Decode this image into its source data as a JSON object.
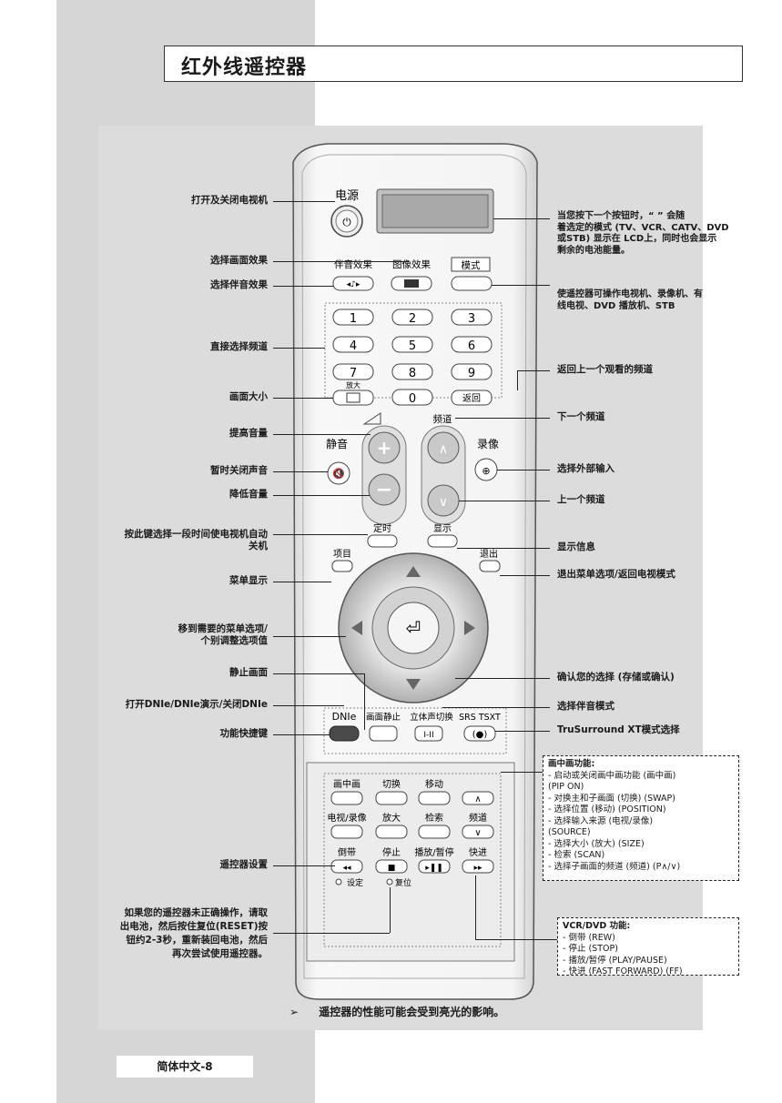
{
  "title": "红外线遥控器",
  "left_labels": [
    {
      "id": "power",
      "text": "打开及关闭电视机"
    },
    {
      "id": "picture-effect",
      "text": "选择画面效果"
    },
    {
      "id": "sound-effect",
      "text": "选择伴音效果"
    },
    {
      "id": "direct-channel",
      "text": "直接选择频道"
    },
    {
      "id": "picture-size",
      "text": "画面大小"
    },
    {
      "id": "volume-up",
      "text": "提高音量"
    },
    {
      "id": "mute",
      "text": "暂时关闭声音"
    },
    {
      "id": "volume-down",
      "text": "降低音量"
    },
    {
      "id": "sleep-timer-1",
      "text": "按此键选择一段时间使电视机自动"
    },
    {
      "id": "sleep-timer-2",
      "text": "关机"
    },
    {
      "id": "menu",
      "text": "菜单显示"
    },
    {
      "id": "navigate-1",
      "text": "移到需要的菜单选项/"
    },
    {
      "id": "navigate-2",
      "text": "个别调整选项值"
    },
    {
      "id": "still",
      "text": "静止画面"
    },
    {
      "id": "dnie",
      "text": "打开DNIe/DNIe演示/关闭DNIe"
    },
    {
      "id": "function-hotkey",
      "text": "功能快捷键"
    },
    {
      "id": "remote-setup",
      "text": "遥控器设置"
    }
  ],
  "reset_note": [
    "如果您的遥控器未正确操作，请取",
    "出电池，然后按住复位(RESET)按",
    "钮约2-3秒，重新装回电池，然后",
    "再次尝试使用遥控器。"
  ],
  "right_labels": [
    {
      "id": "lcd-1",
      "text": "当您按下一个按钮时，“  ” 会随"
    },
    {
      "id": "lcd-2",
      "text": "着选定的模式 (TV、VCR、CATV、DVD"
    },
    {
      "id": "lcd-3",
      "text": "或STB) 显示在 LCD上，同时也会显示"
    },
    {
      "id": "lcd-4",
      "text": "剩余的电池能量。"
    },
    {
      "id": "mode-1",
      "text": "使遥控器可操作电视机、录像机、有"
    },
    {
      "id": "mode-2",
      "text": "线电视、DVD 播放机、STB"
    },
    {
      "id": "prev-ch",
      "text": "返回上一个观看的频道"
    },
    {
      "id": "ch-up",
      "text": "下一个频道"
    },
    {
      "id": "source",
      "text": "选择外部输入"
    },
    {
      "id": "ch-down",
      "text": "上一个频道"
    },
    {
      "id": "info",
      "text": "显示信息"
    },
    {
      "id": "exit",
      "text": "退出菜单选项/返回电视模式"
    },
    {
      "id": "enter",
      "text": "确认您的选择 (存储或确认)"
    },
    {
      "id": "stereo",
      "text": "选择伴音模式"
    },
    {
      "id": "srs",
      "text": "TruSurround XT模式选择"
    }
  ],
  "pip_box": {
    "heading": "画中画功能:",
    "items": [
      "- 启动或关闭画中画功能 (画中画)",
      "   (PIP ON)",
      "- 对换主和子画面 (切换) (SWAP)",
      "- 选择位置 (移动) (POSITION)",
      "- 选择输入来源 (电视/录像)",
      "   (SOURCE)",
      "- 选择大小 (放大) (SIZE)",
      "- 检索 (SCAN)",
      "- 选择子画面的频道 (频道) (P∧/∨)"
    ]
  },
  "vcr_box": {
    "heading": "VCR/DVD 功能:",
    "items": [
      "- 倒带 (REW)",
      "- 停止 (STOP)",
      "- 播放/暂停 (PLAY/PAUSE)",
      "- 快进 (FAST FORWARD) (FF)"
    ]
  },
  "footnote": {
    "arrow": "➢",
    "text": "遥控器的性能可能会受到亮光的影响。"
  },
  "page_number": "简体中文-8",
  "remote": {
    "power_label": "电源",
    "sound_effect": "伴音效果",
    "picture_effect": "图像效果",
    "mode": "模式",
    "digits": [
      "1",
      "2",
      "3",
      "4",
      "5",
      "6",
      "7",
      "8",
      "9",
      "0"
    ],
    "zoom": "放大",
    "return": "返回",
    "channel": "频道",
    "mute": "静音",
    "record": "录像",
    "timer": "定时",
    "display": "显示",
    "item": "项目",
    "exit": "退出",
    "dnie": "DNIe",
    "still": "画面静止",
    "stereo": "立体声切换",
    "stereo_btn": "I-II",
    "srs": "SRS TSXT",
    "pip": "画中画",
    "swap": "切换",
    "move": "移动",
    "tv_vcr": "电视/录像",
    "enlarge": "放大",
    "search": "检索",
    "pip_ch": "频道",
    "rew": "倒带",
    "stop": "停止",
    "play_pause": "播放/暂停",
    "ff": "快进",
    "set": "设定",
    "reset": "复位"
  },
  "colors": {
    "panel": "#dcdcdc",
    "strip": "#d6d6d6",
    "remote_body": "#f2f2f2",
    "dnie": "#4a4a4a"
  }
}
